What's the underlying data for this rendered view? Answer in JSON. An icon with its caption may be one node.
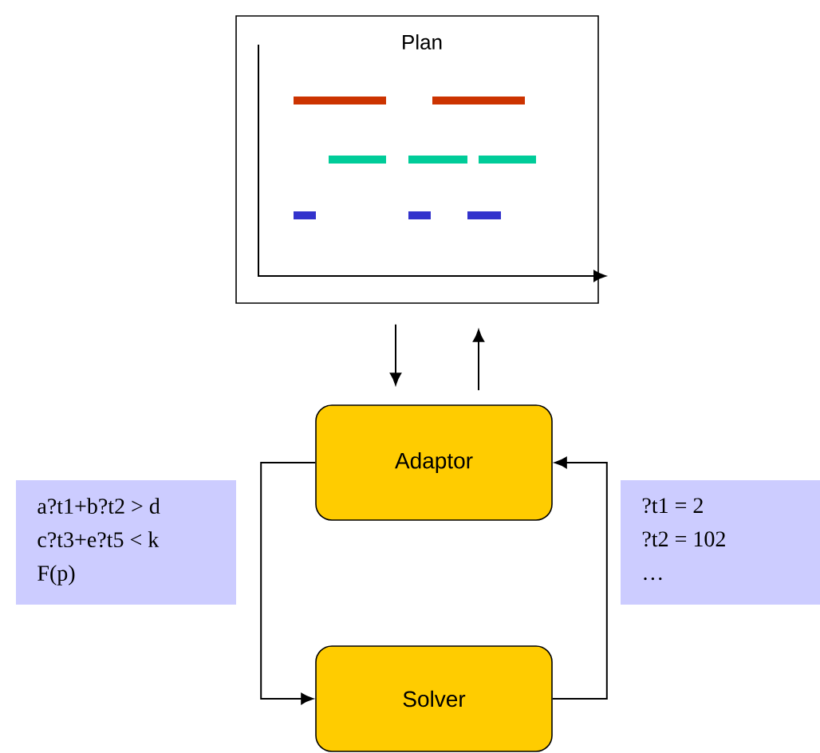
{
  "diagram": {
    "nodes": [
      {
        "text": [
          "Plan"
        ]
      },
      {
        "text": [
          "Adaptor"
        ]
      },
      {
        "text": [
          "Solver"
        ]
      },
      {
        "text": [
          "a?t1+b?t2 > d",
          "c?t3+e?t5 < k",
          "F(p)"
        ]
      },
      {
        "text": [
          "?t1 = 2",
          "?t2 = 102",
          "…"
        ]
      }
    ],
    "edges": [
      {
        "from": 0,
        "to": 1,
        "arrow": "to"
      },
      {
        "from": 1,
        "to": 0,
        "arrow": "to"
      },
      {
        "from": 1,
        "to": 2,
        "arrow": "to"
      },
      {
        "from": 2,
        "to": 1,
        "arrow": "to"
      }
    ]
  }
}
